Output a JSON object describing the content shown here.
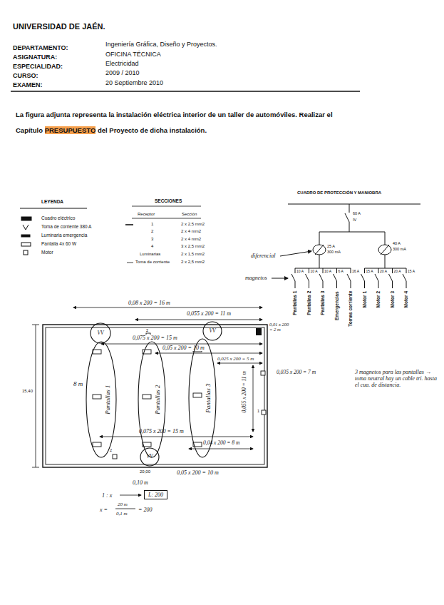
{
  "diagram": {
    "title": "UNIVERSIDAD DE JAÉN.",
    "nodes": [
      {
        "text": [
          "Pantallas 1"
        ]
      },
      {
        "text": [
          "Pantallas 2"
        ]
      },
      {
        "text": [
          "Pantallas 3"
        ]
      },
      {
        "text": [
          "VV"
        ]
      },
      {
        "text": [
          "VV"
        ]
      },
      {
        "text": [
          "VV"
        ]
      },
      {
        "text": [
          "L: 200"
        ]
      }
    ],
    "labels": [
      "DEPARTAMENTO:",
      "Ingeniería Gráfica, Diseño y Proyectos.",
      "ASIGNATURA:",
      "OFICINA TÉCNICA",
      "ESPECIALIDAD:",
      "Electricidad",
      "CURSO:",
      "2009 / 2010",
      "EXAMEN:",
      "20 Septiembre 2010",
      "La figura adjunta representa la instalación eléctrica interior de un taller de automóviles. Realizar el Capítulo",
      "PRESUPUESTO",
      "del Proyecto de dicha instalación.",
      "LEYENDA",
      "SECCIONES",
      "Receptor",
      "Sección",
      "1",
      "2 x 2,5 mm2",
      "2",
      "2 x 4 mm2",
      "3",
      "2 x 4 mm2",
      "4",
      "3 x 2,5 mm2",
      "Luminarias",
      "2 x 1,5 mm2",
      "Toma de corriente",
      "2 x 2,5 mm2",
      "CUADRO DE PROTECCIÓN Y MANIOBRA",
      "60 A",
      "IV",
      "25 A",
      "300 mA",
      "40 A",
      "300 mA",
      "10 A",
      "10 A",
      "10 A",
      "6 A",
      "16 A",
      "15 A",
      "20 A",
      "20 A",
      "15 A",
      "Pantallas 1",
      "Pantallas 2",
      "Pantallas 3",
      "Emergencias",
      "Tomas corriente",
      "Motor 1",
      "Motor 2",
      "Motor 3",
      "Motor 4",
      "diferencial",
      "magnetos",
      "0,08 x 200 = 16 m",
      "0,055 x 200 = 11 m",
      "0,075 x 200 = 15 m",
      "0,05 x 200 = 10 m",
      "0,025 x 200 = 5 m",
      "0,01 x 200 = 2 m",
      "0,035 x 200 = 7 m",
      "0,055 x 200 = 11 m",
      "0,075 x 200 = 15 m",
      "0,04 x 200 = 8 m",
      "0,05 x 200 = 10 m",
      "8 m",
      "15,40",
      "20,00",
      "0,10 m",
      "1 : x",
      "x =",
      "20 m",
      "0,1 m",
      "= 200",
      "2",
      "1",
      "2",
      "3 magnetos para las pantallas → toma neutral hay un cable tri. hasta el cua. de distancia."
    ],
    "legend": [
      {
        "text": "Cuadro eléctrico"
      },
      {
        "text": "Toma de corriente 380 A"
      },
      {
        "text": "Luminaria emergencia"
      },
      {
        "text": "Pantalla 4x 60 W"
      },
      {
        "text": "Motor"
      }
    ]
  }
}
